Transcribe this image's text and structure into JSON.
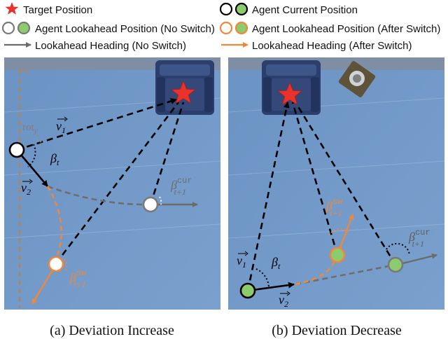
{
  "legend": {
    "target": "Target Position",
    "current": "Agent Current Position",
    "lookahead_no_switch": "Agent Lookahead Position (No Switch)",
    "lookahead_after_switch": "Agent Lookahead Position (After Switch)",
    "heading_no_switch": "Lookahead Heading (No Switch)",
    "heading_after_switch": "Lookahead Heading (After Switch)"
  },
  "captions": {
    "left": "(a) Deviation Increase",
    "right": "(b) Deviation Decrease"
  },
  "math": {
    "v": "v",
    "v1_sub": "1",
    "v2_sub": "2",
    "beta": "β",
    "t": "t",
    "t_plus_1": "t+1",
    "cur": "cur",
    "sw": "sw",
    "rot": "rot",
    "rot_sub": "y"
  },
  "colors": {
    "target_star": "#e8322b",
    "current_fill": "#ffffff",
    "current_fill_right": "#8ccb6e",
    "lookahead_gray": "#7a7a7a",
    "orange": "#f0873a",
    "floor": "#6f96c4",
    "wall": "#7c8ea6",
    "chair": "#2b3f6e"
  }
}
